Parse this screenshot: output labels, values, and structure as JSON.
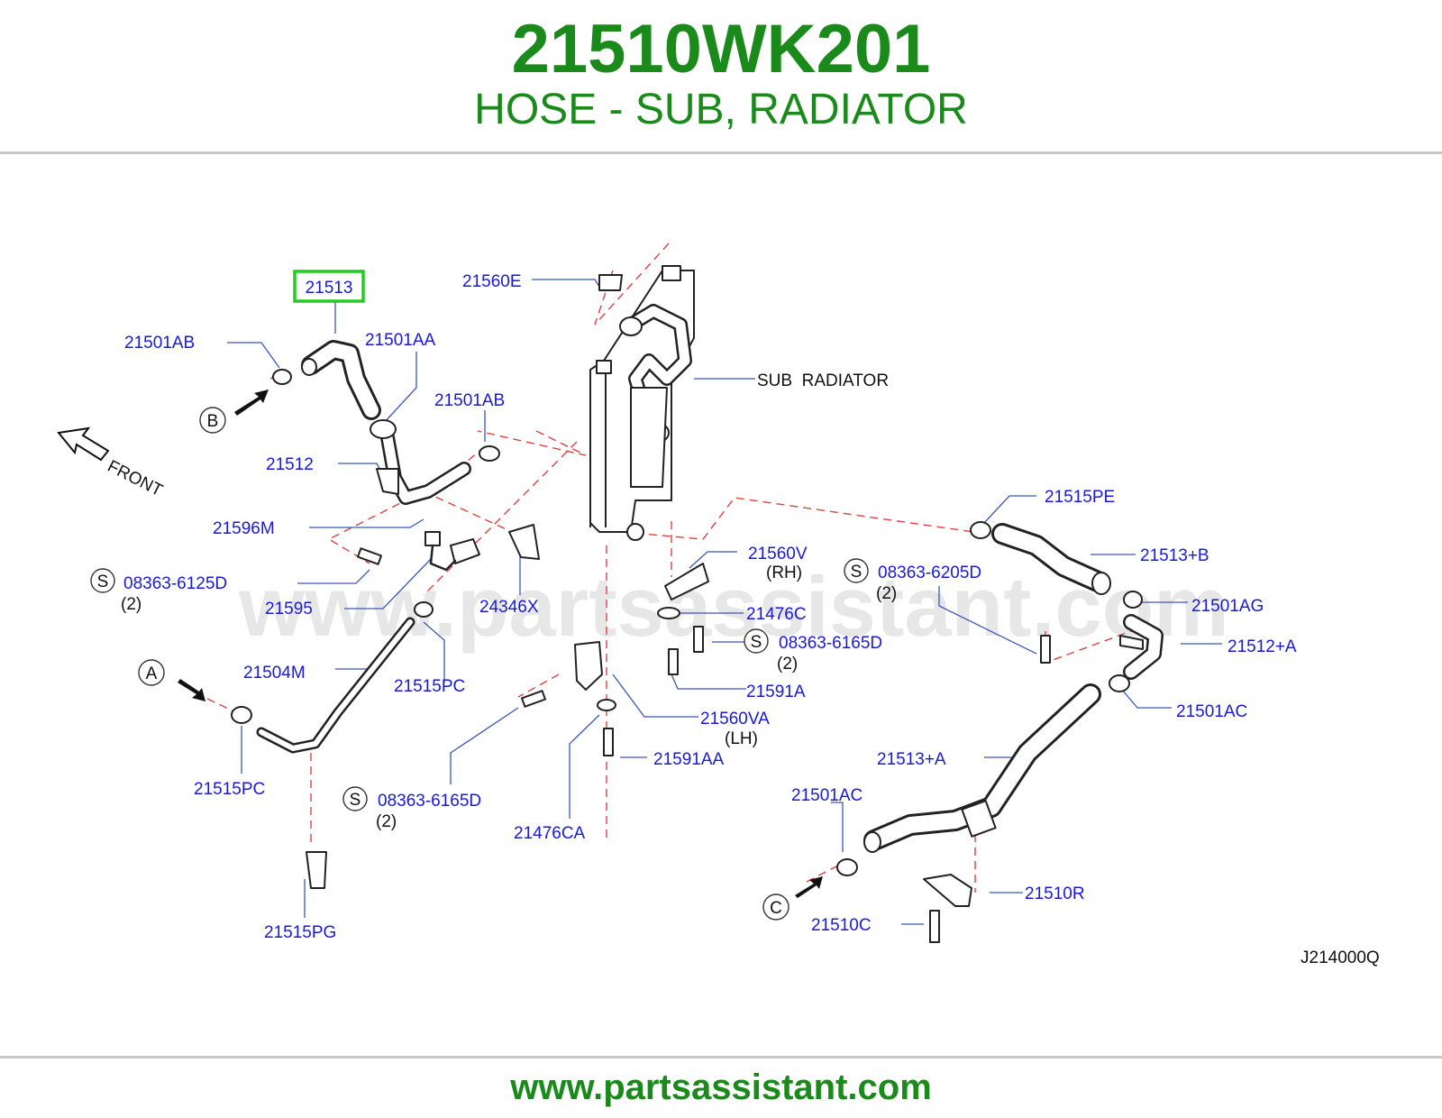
{
  "header": {
    "part_number": "21510WK201",
    "part_name": "HOSE - SUB, RADIATOR"
  },
  "footer": {
    "url": "www.partsassistant.com"
  },
  "watermark": "www.partsassistant.com",
  "colors": {
    "brand_green": "#1a8a1a",
    "label_blue": "#1a1ad6",
    "dash_red": "#e04040",
    "highlight": "#22cc22"
  },
  "diagram": {
    "highlighted_label": "21513",
    "labels": {
      "l_21501AB_1": "21501AB",
      "l_21501AA": "21501AA",
      "l_21501AB_2": "21501AB",
      "l_21512": "21512",
      "l_21596M": "21596M",
      "l_08363_6125D": "08363-6125D",
      "l_qty_1": "(2)",
      "l_21595": "21595",
      "l_24346X": "24346X",
      "l_21504M": "21504M",
      "l_21515PC_1": "21515PC",
      "l_21515PC_2": "21515PC",
      "l_21515PG": "21515PG",
      "l_21560E": "21560E",
      "l_sub_radiator": "SUB  RADIATOR",
      "l_21560V": "21560V",
      "l_rh": "(RH)",
      "l_21476C": "21476C",
      "l_08363_6165D_1": "08363-6165D",
      "l_qty_2": "(2)",
      "l_21591A": "21591A",
      "l_21560VA": "21560VA",
      "l_lh": "(LH)",
      "l_21591AA": "21591AA",
      "l_08363_6165D_2": "08363-6165D",
      "l_qty_3": "(2)",
      "l_21476CA": "21476CA",
      "l_21515PE": "21515PE",
      "l_21513B": "21513+B",
      "l_08363_6205D": "08363-6205D",
      "l_qty_4": "(2)",
      "l_21501AG": "21501AG",
      "l_21512A": "21512+A",
      "l_21501AC_1": "21501AC",
      "l_21513A": "21513+A",
      "l_21501AC_2": "21501AC",
      "l_21510R": "21510R",
      "l_21510C": "21510C",
      "l_ref_code": "J214000Q",
      "l_front": "FRONT",
      "callout_a": "A",
      "callout_b": "B",
      "callout_c": "C",
      "s_mark": "S"
    }
  }
}
